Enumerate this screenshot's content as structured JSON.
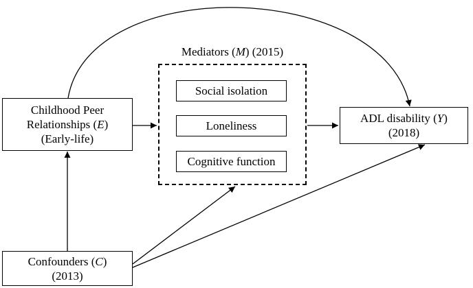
{
  "exposure": {
    "line1": "Childhood Peer",
    "line2_text": "Relationships (",
    "line2_var": "E",
    "line2_close": ")",
    "line3": "(Early-life)"
  },
  "mediators": {
    "title_text": "Mediators (",
    "title_var": "M",
    "title_close": ") (2015)",
    "items": [
      "Social isolation",
      "Loneliness",
      "Cognitive function"
    ]
  },
  "outcome": {
    "line1_text": "ADL disability (",
    "line1_var": "Y",
    "line1_close": ")",
    "line2": "(2018)"
  },
  "confounders": {
    "line1_text": "Confounders (",
    "line1_var": "C",
    "line1_close": ")",
    "line2": "(2013)"
  }
}
